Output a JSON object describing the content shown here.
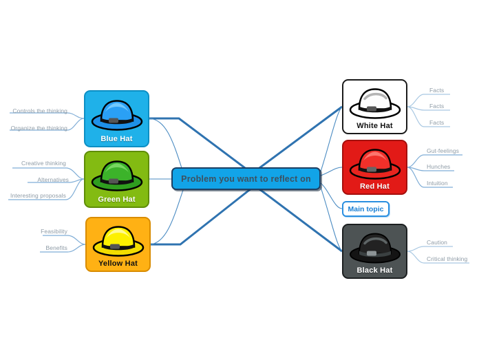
{
  "app": {
    "type": "mind-map",
    "background_color": "#ffffff",
    "edge_color": "#2f73b0",
    "edge_color_light": "#8fb9dd"
  },
  "center": {
    "label": "Problem you want to reflect on",
    "fill": "#12a4e8",
    "stroke": "#1d3f63",
    "text_color": "#3d5160"
  },
  "main_topic": {
    "label": "Main topic",
    "stroke": "#2a8fe0",
    "text_color": "#1a7fd4"
  },
  "nodes": {
    "blue": {
      "label": "Blue Hat",
      "fill": "#1fb1e9",
      "stroke": "#0d8fc4",
      "hat_color": "#1e90e8",
      "icon": "fedora-hat-icon",
      "children": [
        "Controls the thinking",
        "Organize the thinking"
      ]
    },
    "green": {
      "label": "Green Hat",
      "fill": "#83bb12",
      "stroke": "#5f8d07",
      "hat_color": "#2f9e1f",
      "icon": "fedora-hat-icon",
      "children": [
        "Creative thinking",
        "Alternatives",
        "Interesting proposals"
      ]
    },
    "yellow": {
      "label": "Yellow Hat",
      "fill": "#ffb114",
      "stroke": "#d98c00",
      "hat_color": "#f5e400",
      "icon": "fedora-hat-icon",
      "children": [
        "Feasibility",
        "Benefits"
      ]
    },
    "white": {
      "label": "White Hat",
      "fill": "#ffffff",
      "stroke": "#1a1a1a",
      "hat_color": "#ffffff",
      "icon": "fedora-hat-icon",
      "children": [
        "Facts",
        "Facts",
        "Facts"
      ]
    },
    "red": {
      "label": "Red Hat",
      "fill": "#e21a17",
      "stroke": "#a50f0d",
      "hat_color": "#e8251f",
      "icon": "fedora-hat-icon",
      "children": [
        "Gut-feelings",
        "Hunches",
        "Intuition"
      ]
    },
    "black": {
      "label": "Black Hat",
      "fill": "#4d5354",
      "stroke": "#1c1f20",
      "hat_color": "#1a1a1a",
      "icon": "fedora-hat-icon",
      "children": [
        "Caution",
        "Critical thinking"
      ]
    }
  }
}
